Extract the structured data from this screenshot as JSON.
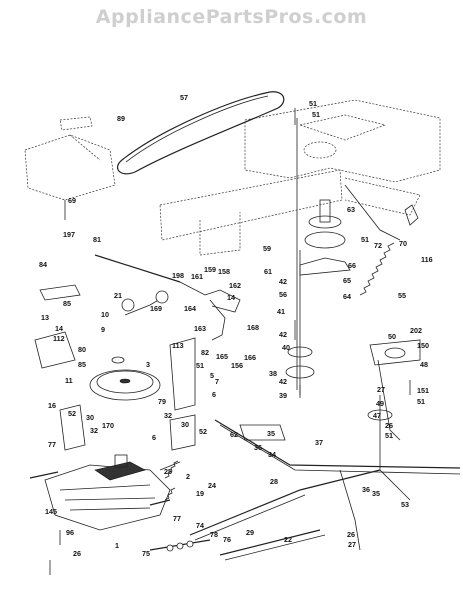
{
  "watermark": "AppliancePartsPros.com",
  "parts": {
    "p57": "57",
    "p89": "89",
    "p51a": "51",
    "p51b": "51",
    "p69": "69",
    "p197": "197",
    "p81": "81",
    "p84": "84",
    "p85a": "85",
    "p21": "21",
    "p198": "198",
    "p161": "161",
    "p159": "159",
    "p158": "158",
    "p162": "162",
    "p14a": "14",
    "p164": "164",
    "p163": "163",
    "p169": "169",
    "p10": "10",
    "p9": "9",
    "p13": "13",
    "p14b": "14",
    "p112": "112",
    "p80": "80",
    "p85b": "85",
    "p11": "11",
    "p113": "113",
    "p3": "3",
    "p79": "79",
    "p82": "82",
    "p165": "165",
    "p166": "166",
    "p168": "168",
    "p156": "156",
    "p51c": "51",
    "p7": "7",
    "p5": "5",
    "p6a": "6",
    "p63": "63",
    "p59": "59",
    "p61": "61",
    "p51d": "51",
    "p72": "72",
    "p70": "70",
    "p116": "116",
    "p66": "66",
    "p42a": "42",
    "p56": "56",
    "p65": "65",
    "p64": "64",
    "p55": "55",
    "p41": "41",
    "p40": "40",
    "p42b": "42",
    "p38": "38",
    "p42c": "42",
    "p39": "39",
    "p50": "50",
    "p202": "202",
    "p150": "150",
    "p48": "48",
    "p27a": "27",
    "p151": "151",
    "p49": "49",
    "p47": "47",
    "p26a": "26",
    "p51e": "51",
    "p51f": "51",
    "p16": "16",
    "p52a": "52",
    "p30a": "30",
    "p77a": "77",
    "p32a": "32",
    "p170": "170",
    "p6b": "6",
    "p32b": "32",
    "p30b": "30",
    "p52b": "52",
    "p62": "62",
    "p36a": "36",
    "p35a": "35",
    "p34": "34",
    "p37": "37",
    "p25": "25",
    "p2": "2",
    "p19": "19",
    "p24": "24",
    "p145": "145",
    "p96": "96",
    "p26b": "26",
    "p1": "1",
    "p77b": "77",
    "p74": "74",
    "p78": "78",
    "p76": "76",
    "p75": "75",
    "p29": "29",
    "p22": "22",
    "p28": "28",
    "p36b": "36",
    "p35b": "35",
    "p53": "53",
    "p26c": "26",
    "p27b": "27"
  }
}
